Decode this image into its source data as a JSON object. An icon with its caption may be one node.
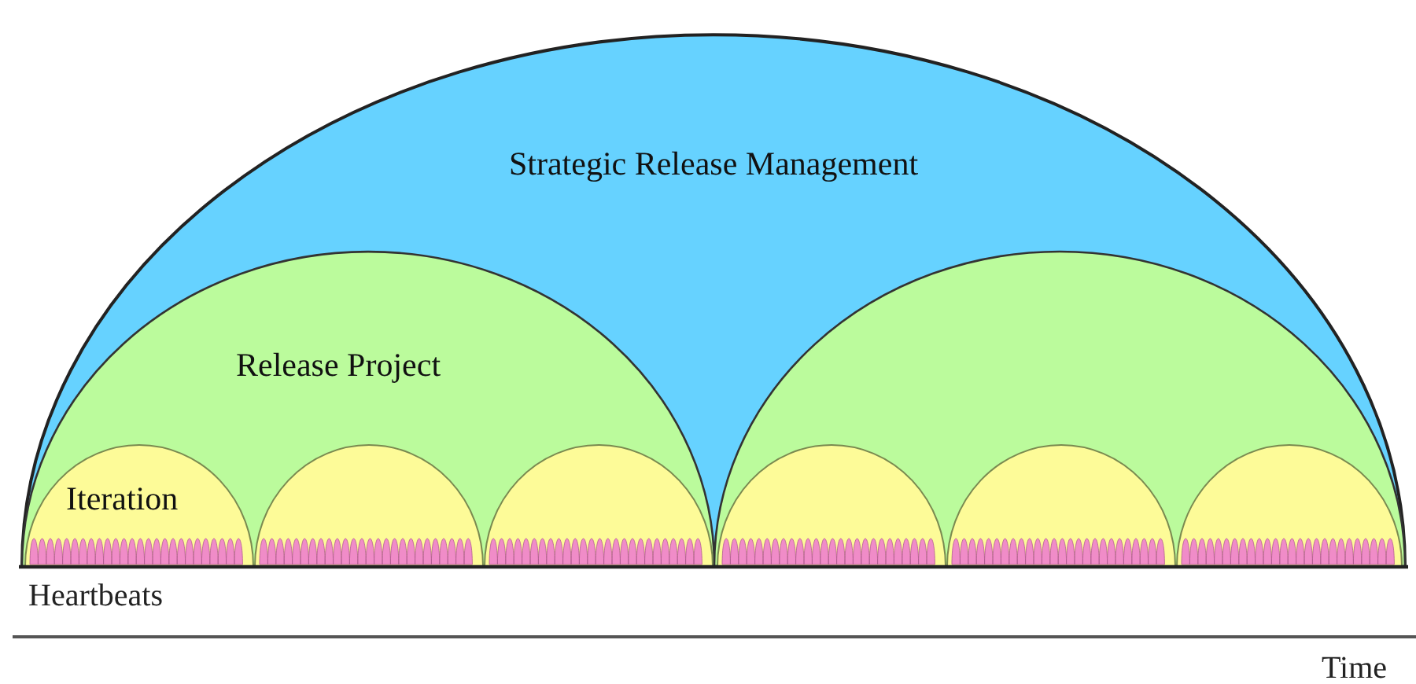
{
  "diagram": {
    "nodes": [
      {
        "text": [
          "Strategic Release Management"
        ]
      },
      {
        "text": [
          "Release Project"
        ],
        "in": 0
      },
      {
        "text": [
          "Iteration"
        ],
        "in": 1
      },
      {
        "text": [],
        "shape": "semicircle",
        "in": 1
      },
      {
        "text": [],
        "shape": "semicircle",
        "in": 1
      },
      {
        "text": [],
        "shape": "semicircle",
        "in": 0
      },
      {
        "text": [],
        "shape": "semicircle",
        "in": 5
      },
      {
        "text": [],
        "shape": "semicircle",
        "in": 5
      },
      {
        "text": [],
        "shape": "semicircle",
        "in": 5
      }
    ],
    "edges": [],
    "labels": [
      "Heartbeats",
      "Time"
    ]
  }
}
